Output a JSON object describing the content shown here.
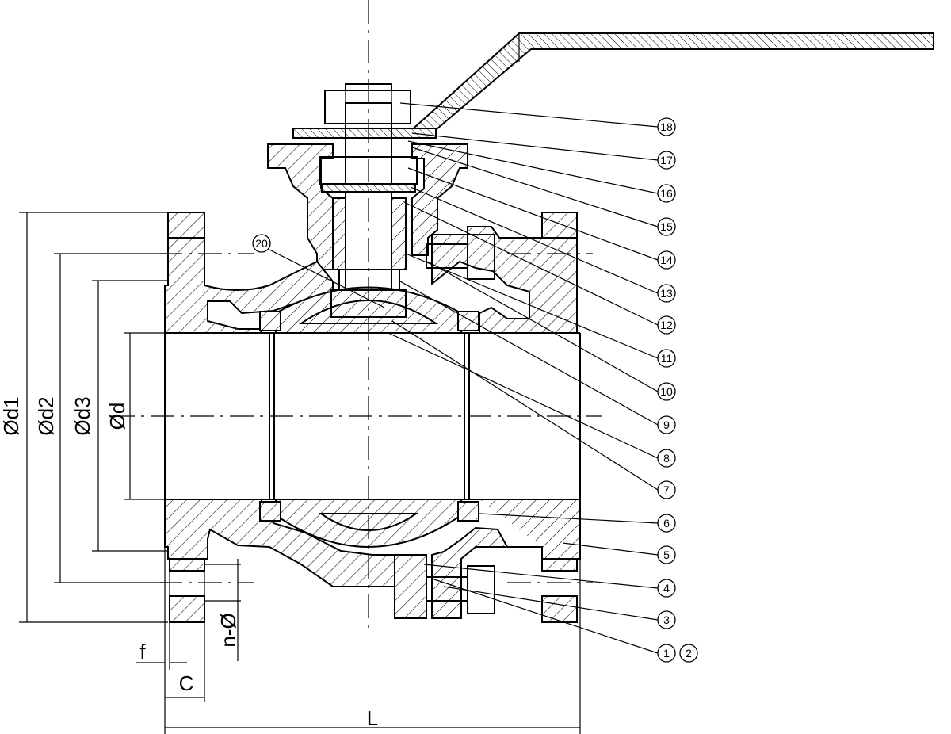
{
  "dimensions": {
    "d1": "Ød1",
    "d2": "Ød2",
    "d3": "Ød3",
    "d": "Ød",
    "n_bolt": "n-Ø",
    "f": "f",
    "c": "C",
    "l": "L"
  },
  "balloons": [
    "18",
    "17",
    "16",
    "15",
    "14",
    "13",
    "12",
    "11",
    "10",
    "9",
    "8",
    "7",
    "6",
    "5",
    "4",
    "3",
    "1",
    "2",
    "20"
  ]
}
